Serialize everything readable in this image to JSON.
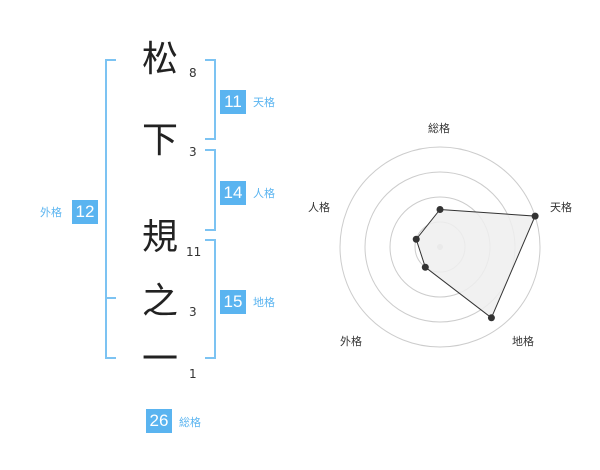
{
  "name": {
    "chars": [
      {
        "char": "松",
        "strokes": "8"
      },
      {
        "char": "下",
        "strokes": "3"
      },
      {
        "char": "規",
        "strokes": "11"
      },
      {
        "char": "之",
        "strokes": "3"
      },
      {
        "char": "一",
        "strokes": "1"
      }
    ]
  },
  "kaku": {
    "tenkaku": {
      "label": "天格",
      "value": "11"
    },
    "jinkaku": {
      "label": "人格",
      "value": "14"
    },
    "chikaku": {
      "label": "地格",
      "value": "15"
    },
    "gaikaku": {
      "label": "外格",
      "value": "12"
    },
    "soukaku": {
      "label": "総格",
      "value": "26"
    }
  },
  "colors": {
    "accent": "#5ab4f0",
    "bracket": "#7cc3f2",
    "radar_fill": "#eeeeee",
    "radar_stroke": "#333333",
    "ring": "#cccccc"
  },
  "chart_data": {
    "type": "radar",
    "axes": [
      "総格",
      "天格",
      "地格",
      "外格",
      "人格"
    ],
    "series": [
      {
        "values": [
          0.375,
          1.0,
          0.875,
          0.25,
          0.25
        ]
      }
    ],
    "rings": 4
  }
}
